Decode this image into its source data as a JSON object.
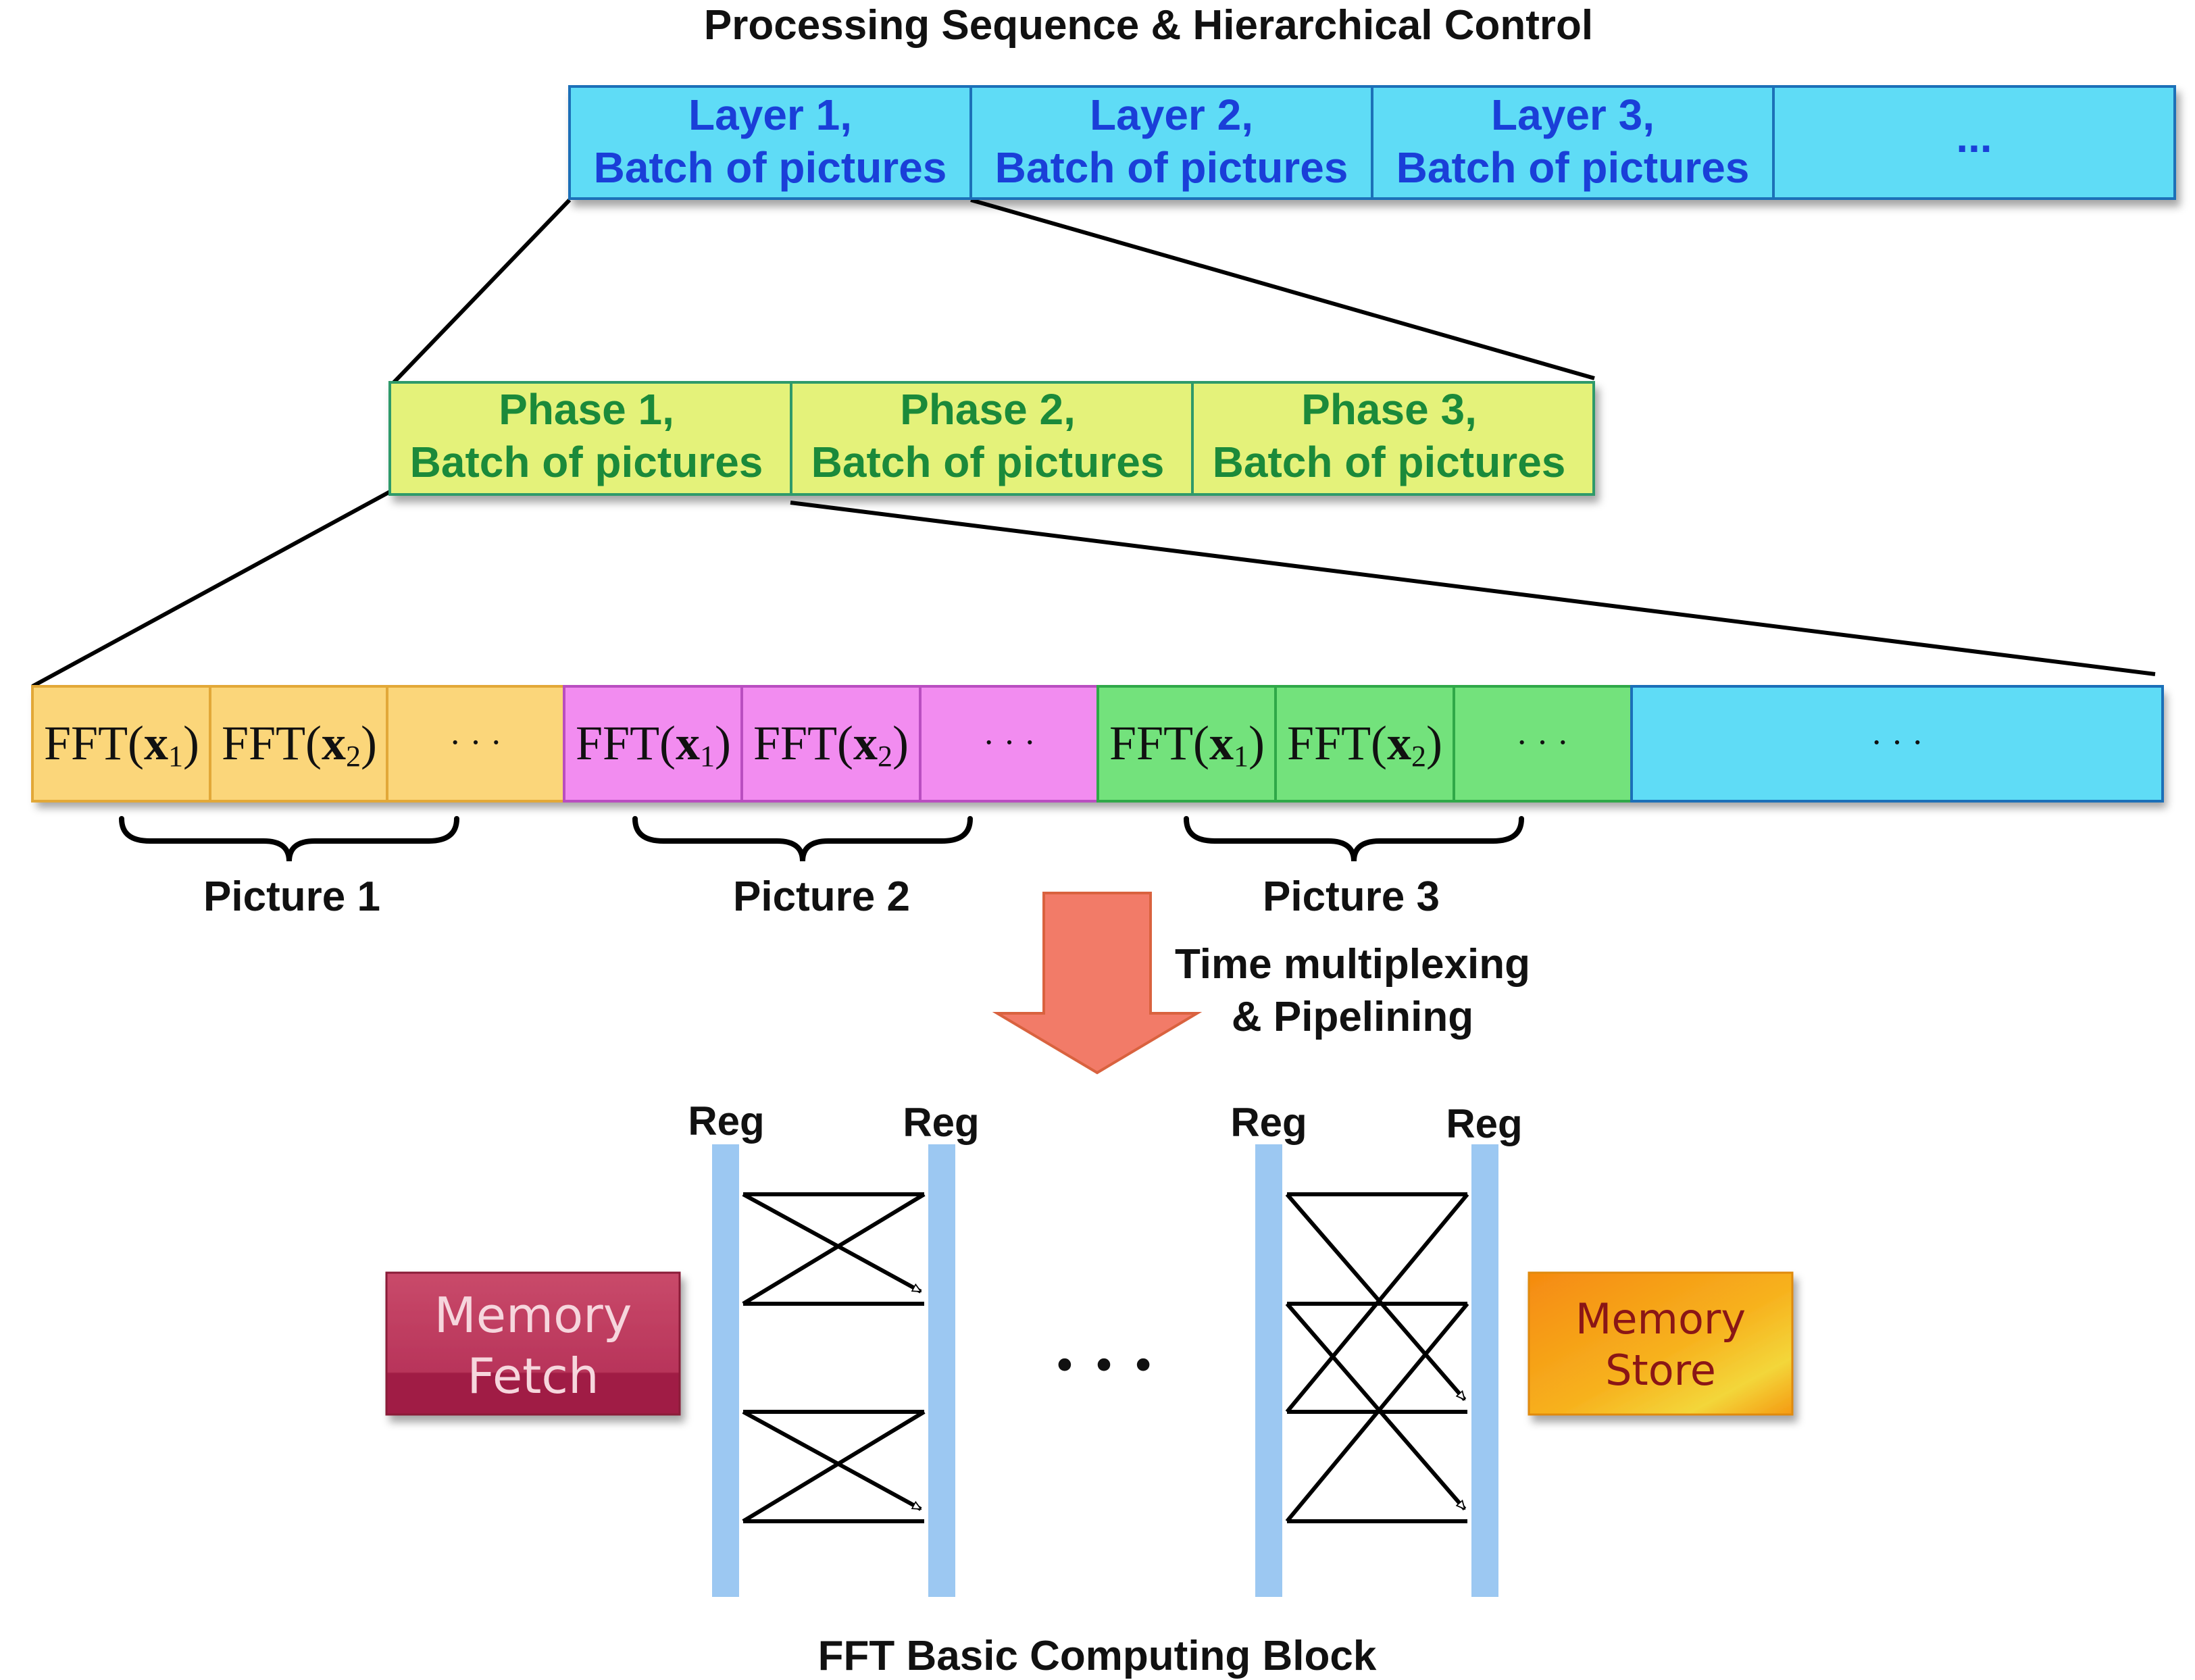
{
  "title": "Processing Sequence & Hierarchical Control",
  "layers": [
    {
      "line1": "Layer 1,",
      "line2": "Batch of pictures"
    },
    {
      "line1": "Layer 2,",
      "line2": "Batch of pictures"
    },
    {
      "line1": "Layer 3,",
      "line2": "Batch of pictures"
    },
    {
      "line1": "...",
      "line2": ""
    }
  ],
  "phases": [
    {
      "line1": "Phase 1,",
      "line2": "Batch of pictures"
    },
    {
      "line1": "Phase 2,",
      "line2": "Batch of pictures"
    },
    {
      "line1": "Phase 3,",
      "line2": "Batch of pictures"
    }
  ],
  "fft": {
    "prefix": "FFT(",
    "var": "x",
    "sub1": "1",
    "sub2": "2",
    "suffix": ")",
    "ellipsis": "· · ·"
  },
  "pictures": [
    "Picture 1",
    "Picture 2",
    "Picture 3"
  ],
  "arrow_label": {
    "line1": "Time multiplexing",
    "line2": "& Pipelining"
  },
  "reg_label": "Reg",
  "memory_fetch": {
    "line1": "Memory",
    "line2": "Fetch"
  },
  "memory_store": {
    "line1": "Memory",
    "line2": "Store"
  },
  "middle_dots": "• • •",
  "caption": "FFT Basic Computing Block",
  "colors": {
    "layer_fill": "#5fdcf6",
    "layer_text": "#1a3fd8",
    "phase_fill": "#e4f27a",
    "phase_text": "#1b8a3a",
    "picture1_fill": "#fbd67a",
    "picture2_fill": "#f28cf0",
    "picture3_fill": "#73e27b",
    "rest_fill": "#5fdcf6",
    "arrow_fill": "#f27b68",
    "reg_fill": "#9cc8f2",
    "fetch_fill": "#c2385e",
    "store_fill": "#f7a21a"
  }
}
